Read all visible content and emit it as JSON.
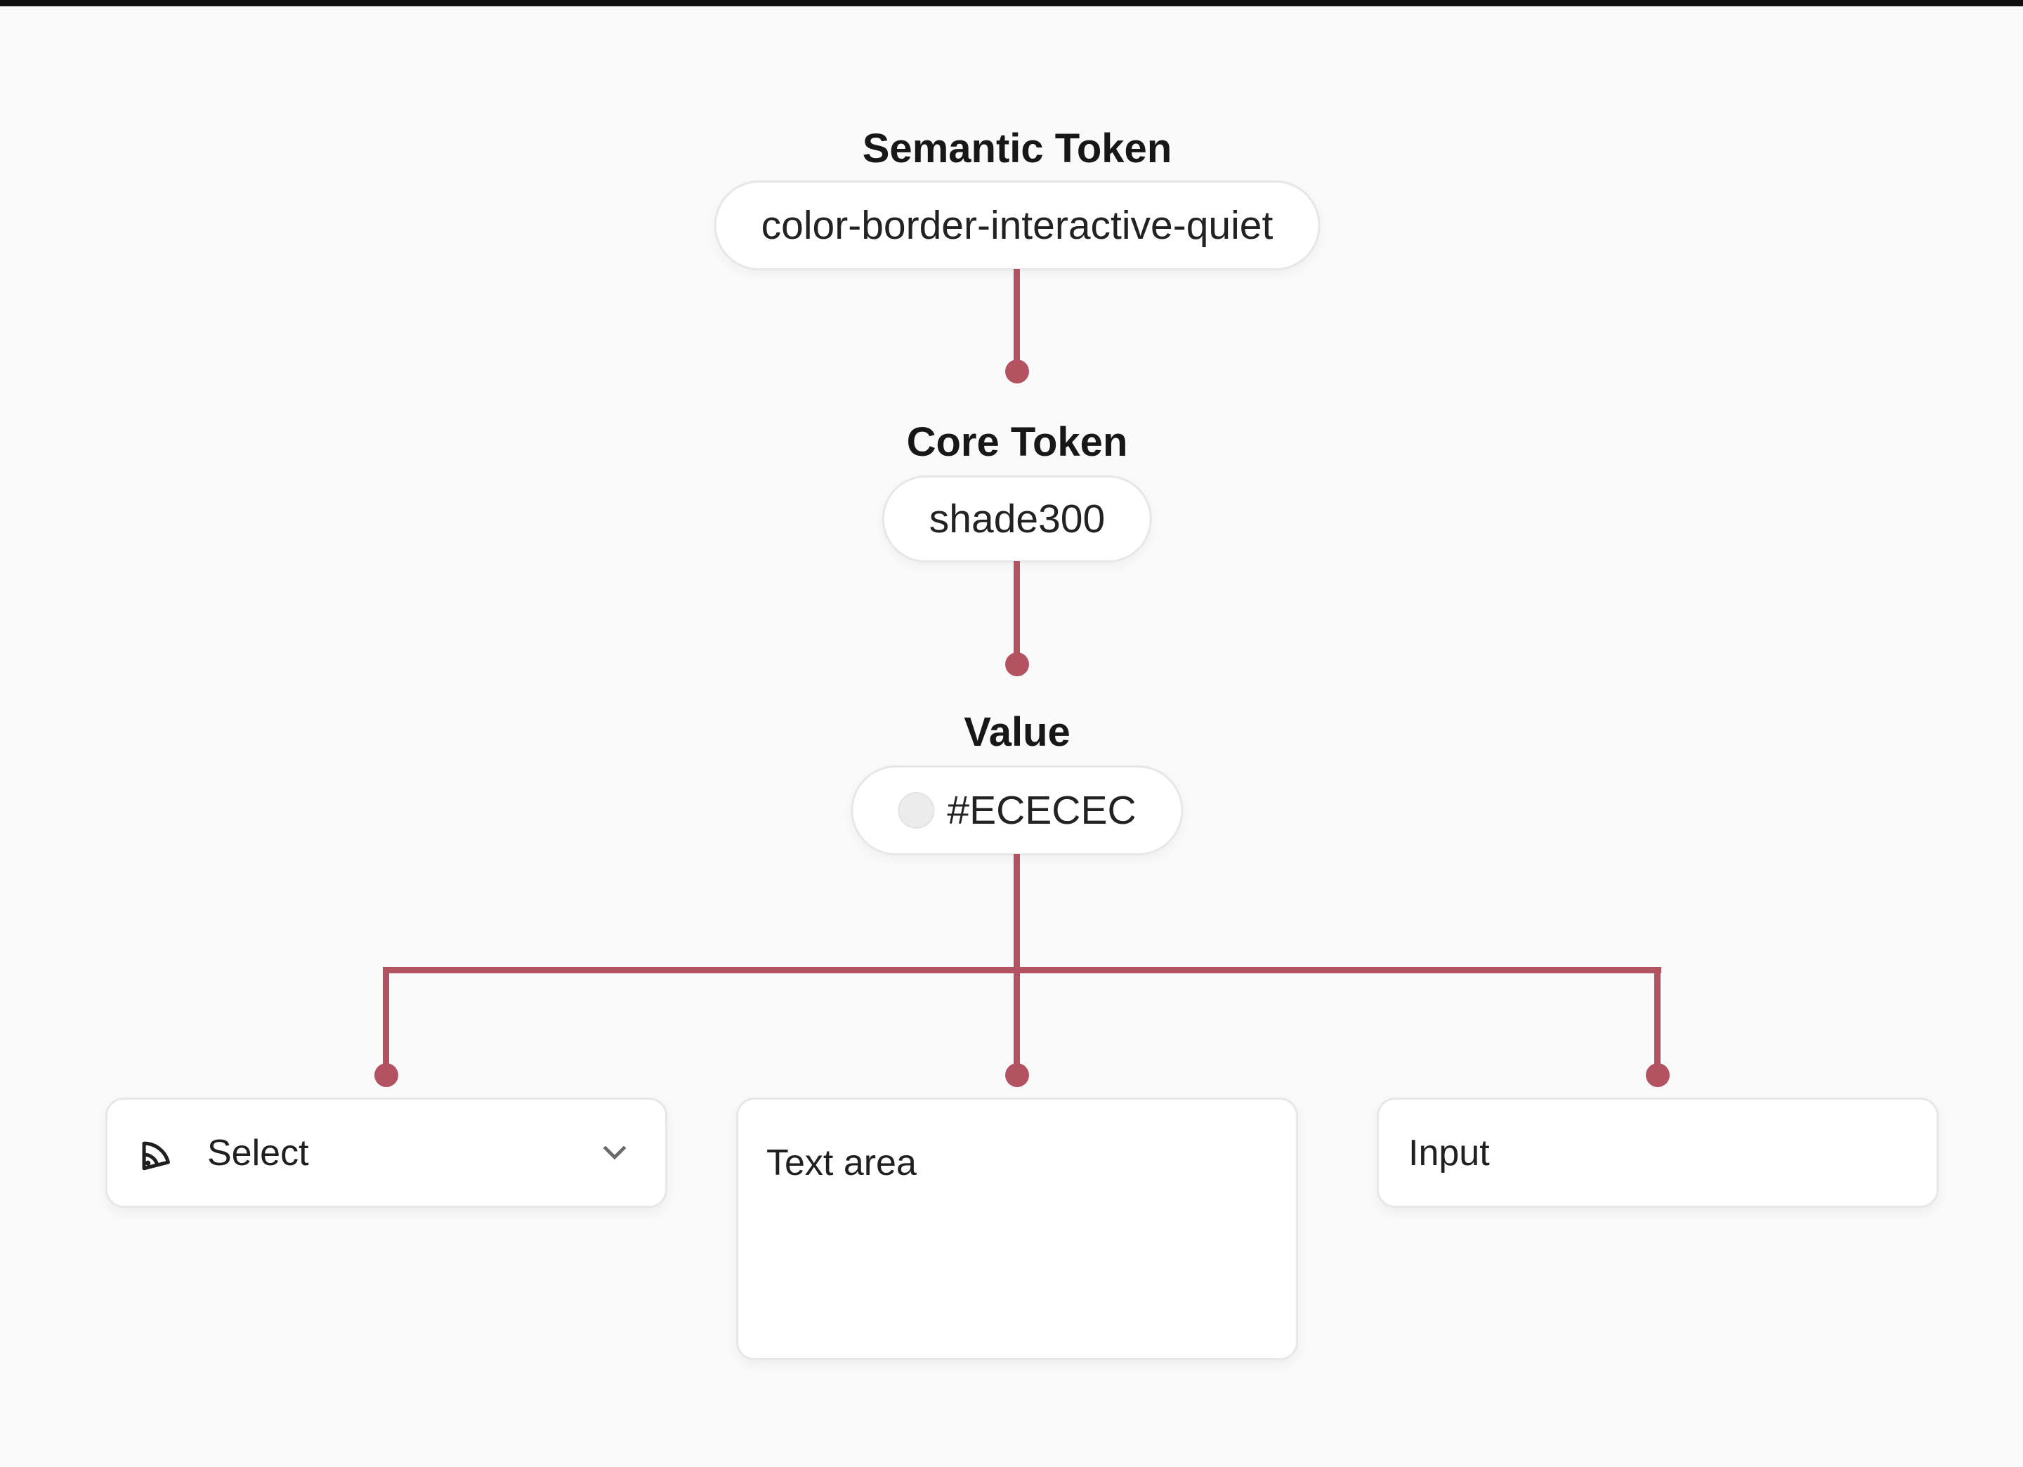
{
  "colors": {
    "background": "#FAFAFA",
    "top-bar": "#101010",
    "connector": "#B35361",
    "card-border": "#E7E7E7",
    "swatch": "#ECECEC"
  },
  "diagram": {
    "semantic": {
      "title": "Semantic Token",
      "token": "color-border-interactive-quiet"
    },
    "core": {
      "title": "Core Token",
      "token": "shade300"
    },
    "value": {
      "title": "Value",
      "hex": "#ECECEC"
    }
  },
  "components": {
    "select": {
      "label": "Select",
      "icon": "deque-logo-icon",
      "trailing_icon": "chevron-down-icon"
    },
    "textarea": {
      "label": "Text area"
    },
    "input": {
      "label": "Input"
    }
  }
}
